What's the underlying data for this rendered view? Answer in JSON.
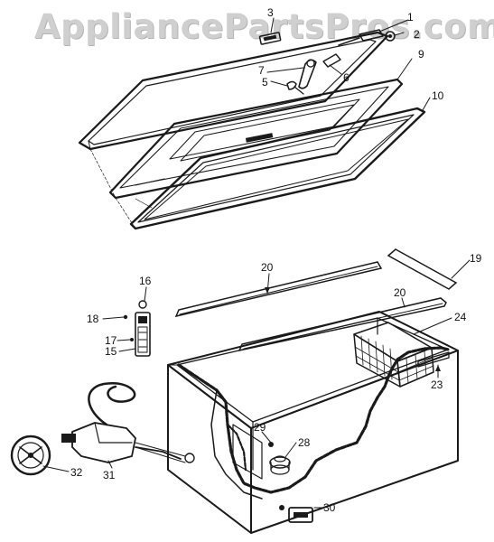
{
  "watermark": "AppliancePartsPros.com",
  "callouts": {
    "c1": "1",
    "c2": "2",
    "c3": "3",
    "c5": "5",
    "c6": "6",
    "c7": "7",
    "c9": "9",
    "c10": "10",
    "c15": "15",
    "c16": "16",
    "c17": "17",
    "c18": "18",
    "c19": "19",
    "c20a": "20",
    "c20b": "20",
    "c23": "23",
    "c24": "24",
    "c28": "28",
    "c29": "29",
    "c30": "30",
    "c31": "31",
    "c32": "32"
  }
}
